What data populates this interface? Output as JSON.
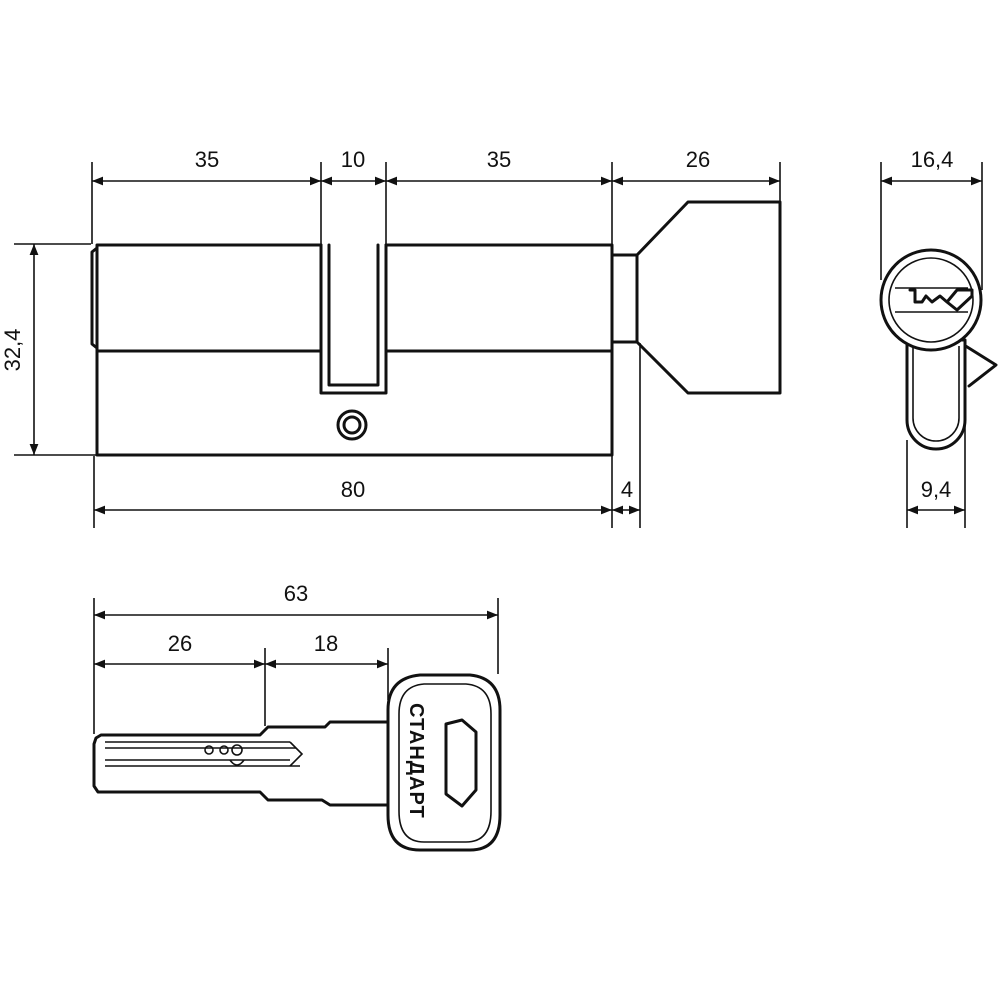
{
  "dimensions": {
    "left_section": "35",
    "center_cam": "10",
    "right_section": "35",
    "thumb_turn": "26",
    "body_length": "80",
    "turn_offset": "4",
    "height": "32,4",
    "profile_width": "16,4",
    "profile_neck": "9,4",
    "key_total": "63",
    "key_tip": "26",
    "key_mid": "18"
  },
  "key": {
    "brand_label": "СТАНДАРТ"
  },
  "colors": {
    "line": "#111111",
    "background": "#ffffff"
  }
}
